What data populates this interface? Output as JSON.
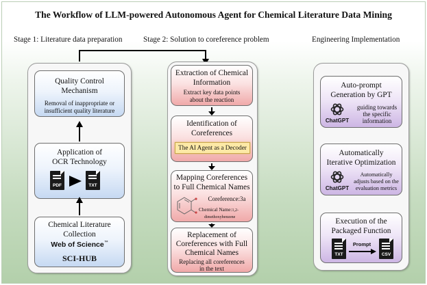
{
  "title": "The Workflow of LLM-powered Autonomous Agent for Chemical Literature Data Mining",
  "stages": {
    "stage1": "Stage 1: Literature data preparation",
    "stage2": "Stage 2: Solution to coreference problem",
    "engineering": "Engineering Implementation"
  },
  "stage1": {
    "quality": {
      "title_line1": "Quality Control",
      "title_line2": "Mechanism",
      "desc_line1": "Removal of inappropriate or",
      "desc_line2": "insufficient quality literature"
    },
    "ocr": {
      "title_line1": "Application of",
      "title_line2": "OCR Technology",
      "from_label": "PDF",
      "to_label": "TXT"
    },
    "collection": {
      "title_line1": "Chemical Literature",
      "title_line2": "Collection",
      "source1": "Web of Science",
      "source1_mark": "™",
      "source2": "SCI-HUB"
    }
  },
  "stage2": {
    "extraction": {
      "title_line1": "Extraction of Chemical",
      "title_line2": "Information",
      "desc_line1": "Extract key data points",
      "desc_line2": "about the reaction"
    },
    "identification": {
      "title_line1": "Identification of",
      "title_line2": "Coreferences",
      "decoder": "The AI Agent as a Decoder"
    },
    "mapping": {
      "title_line1": "Mapping Coreferences",
      "title_line2": "to Full Chemical Names",
      "coreference": "Coreference:3a",
      "chem_name_label": "Chemical Name:",
      "chem_name_value1": "1,2-",
      "chem_name_value2": "dimethoxybenzene"
    },
    "replacement": {
      "title_line1": "Replacement of",
      "title_line2": "Coreferences with Full",
      "title_line3": "Chemical Names",
      "desc_line1": "Replacing all coreferences",
      "desc_line2": "in the text"
    }
  },
  "engineering": {
    "autoprompt": {
      "title_line1": "Auto-prompt",
      "title_line2": "Generation by GPT",
      "logo_label": "ChatGPT",
      "desc_line1": "guiding towards",
      "desc_line2": "the specific",
      "desc_line3": "information"
    },
    "iterative": {
      "title_line1": "Automatically",
      "title_line2": "Iterative Optimization",
      "logo_label": "ChatGPT",
      "desc_line1": "Automatically",
      "desc_line2": "adjusts based on the",
      "desc_line3": "evaluation metrics"
    },
    "execution": {
      "title_line1": "Execution of the",
      "title_line2": "Packaged Function",
      "from_label": "TXT",
      "arrow_label": "Prompt",
      "to_label": "CSV"
    }
  },
  "icons": [
    "pdf-document-icon",
    "txt-document-icon",
    "chatgpt-logo-icon",
    "csv-document-icon",
    "benzene-structure-icon"
  ]
}
